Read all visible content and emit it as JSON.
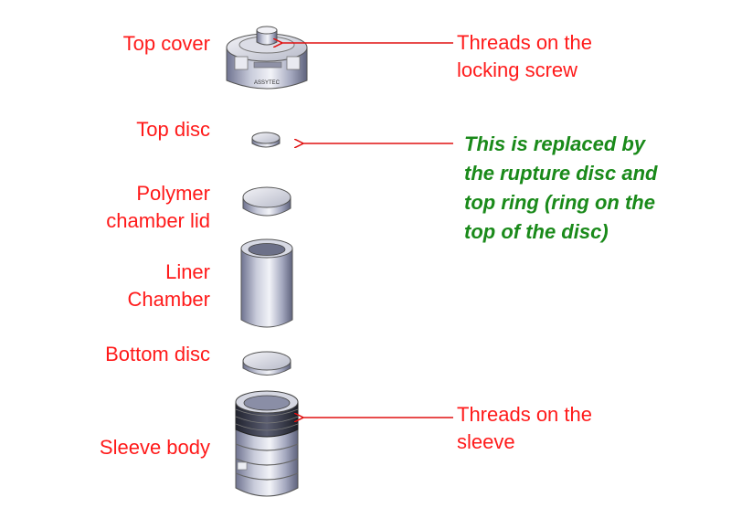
{
  "parts": {
    "top_cover": "Top cover",
    "top_disc": "Top disc",
    "polymer_lid": [
      "Polymer",
      "chamber lid"
    ],
    "liner_chamber": [
      "Liner",
      "Chamber"
    ],
    "bottom_disc": "Bottom disc",
    "sleeve_body": "Sleeve body"
  },
  "callouts": {
    "threads_locking": [
      "Threads on the",
      "locking screw"
    ],
    "replaced_note": [
      "This is replaced by",
      "the rupture disc and",
      "top ring (ring on the",
      "top of the disc)"
    ],
    "threads_sleeve": [
      "Threads on the",
      "sleeve"
    ]
  },
  "engraving": "ASSYTEC",
  "colors": {
    "label": "#ff1a1a",
    "note": "#1a8a1a",
    "arrow": "#e01010"
  }
}
